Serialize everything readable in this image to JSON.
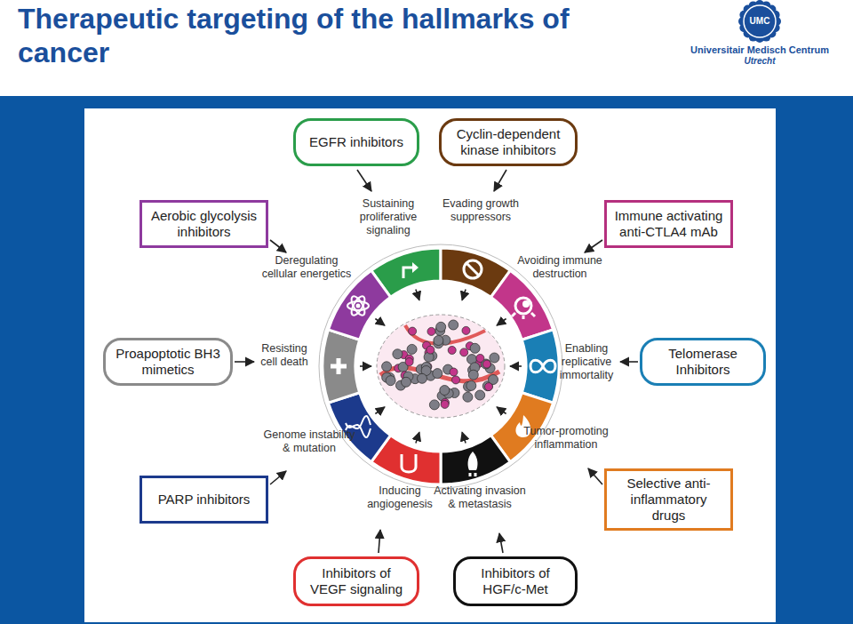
{
  "diagram": {
    "title": "Therapeutic targeting of the hallmarks of cancer",
    "nodes": [
      {
        "text": [
          "EGFR inhibitors"
        ]
      },
      {
        "text": [
          "Cyclin-dependent kinase inhibitors"
        ]
      },
      {
        "text": [
          "Aerobic glycolysis inhibitors"
        ]
      },
      {
        "text": [
          "Immune activating anti-CTLA4 mAb"
        ]
      },
      {
        "text": [
          "Proapoptotic BH3 mimetics"
        ]
      },
      {
        "text": [
          "Telomerase Inhibitors"
        ]
      },
      {
        "text": [
          "PARP inhibitors"
        ]
      },
      {
        "text": [
          "Selective anti-inflammatory drugs"
        ]
      },
      {
        "text": [
          "Inhibitors of VEGF signaling"
        ]
      },
      {
        "text": [
          "Inhibitors of HGF/c-Met"
        ]
      }
    ],
    "labels": [
      "UMC",
      "Universitair Medisch Centrum",
      "Utrecht",
      "Sustaining proliferative signaling",
      "Evading growth suppressors",
      "Deregulating cellular energetics",
      "Avoiding immune destruction",
      "Resisting cell death",
      "Enabling replicative immortality",
      "Genome instability & mutation",
      "Tumor-promoting inflammation",
      "Inducing angiogenesis",
      "Activating invasion & metastasis"
    ]
  }
}
